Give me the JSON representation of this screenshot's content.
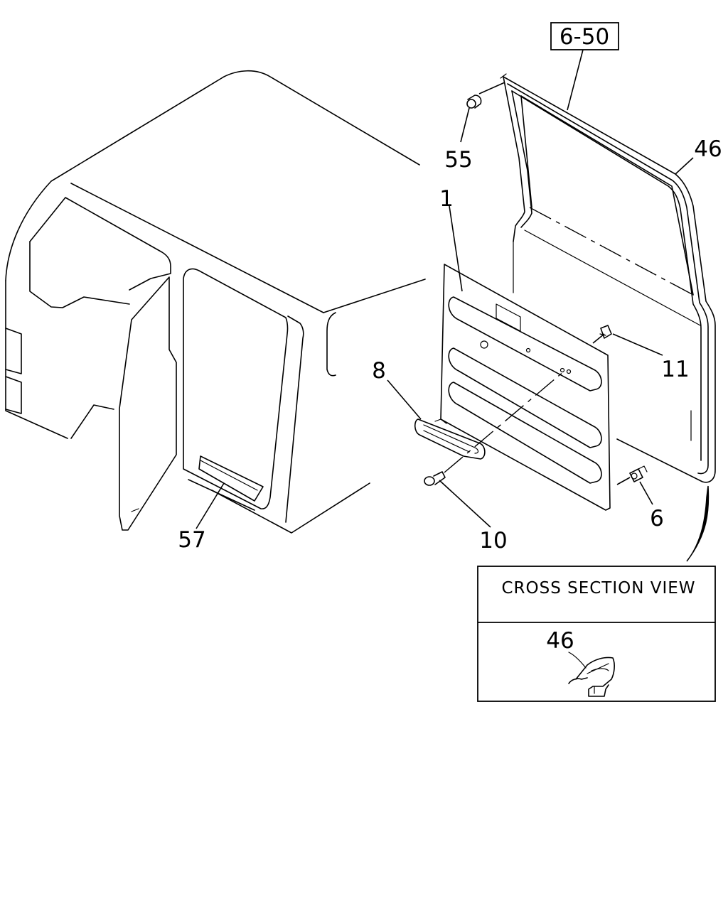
{
  "reference_box": {
    "label": "6-50"
  },
  "callouts": {
    "c55": "55",
    "c46": "46",
    "c1": "1",
    "c11": "11",
    "c8": "8",
    "c6": "6",
    "c10": "10",
    "c57": "57"
  },
  "cross_section": {
    "title": "CROSS SECTION VIEW",
    "part_label": "46"
  }
}
